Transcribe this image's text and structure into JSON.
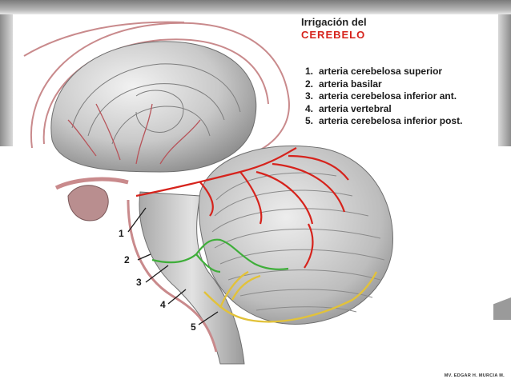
{
  "slide": {
    "title_line1": "Irrigación del",
    "title_line2": "CEREBELO",
    "legend": [
      {
        "number": "1.",
        "label": "arteria cerebelosa superior"
      },
      {
        "number": "2.",
        "label": "arteria basilar"
      },
      {
        "number": "3.",
        "label": "arteria cerebelosa inferior ant."
      },
      {
        "number": "4.",
        "label": "arteria vertebral"
      },
      {
        "number": "5.",
        "label": "arteria cerebelosa inferior post."
      }
    ],
    "figure_labels": [
      "1",
      "2",
      "3",
      "4",
      "5"
    ],
    "credit": "MV. EDGAR H. MURCIA M."
  },
  "colors": {
    "title_accent": "#d6231c",
    "artery_red": "#d6231c",
    "artery_green": "#3fae3a",
    "artery_yellow": "#e2c23a",
    "vessel_pink": "#c98a8c"
  }
}
